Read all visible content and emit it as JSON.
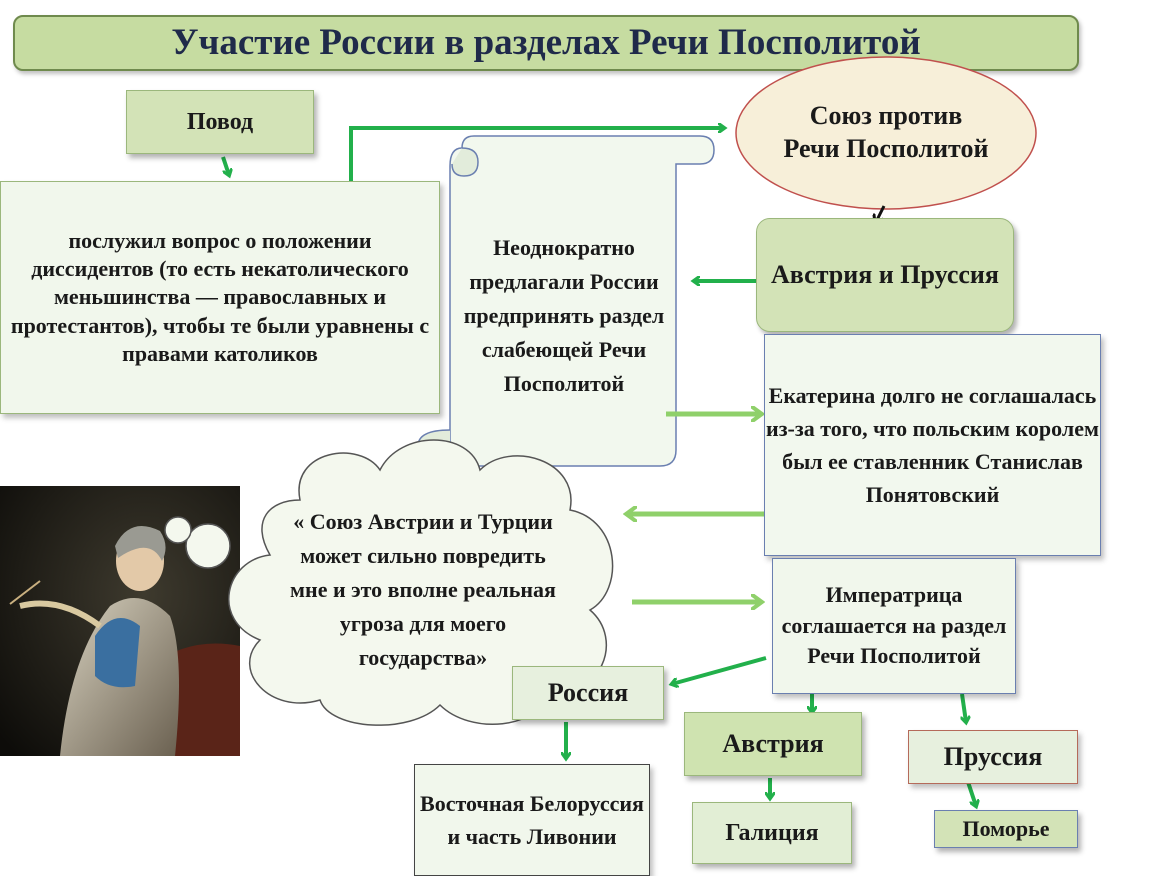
{
  "title": "Участие России в разделах Речи Посполитой",
  "nodes": {
    "povod": "Повод",
    "povod_text": "послужил вопрос о положении диссидентов (то есть некатолического меньшинства — православных и протестантов), чтобы те были уравнены с правами католиков",
    "scroll_text": "Неоднократно предлагали России предпринять раздел слабеющей Речи Посполитой",
    "union": "Союз против Речи Посполитой",
    "austria_prussia": "Австрия и Пруссия",
    "catherine_text": "Екатерина долго не соглашалась из-за того, что польским королем был ее ставленник Станислав Понятовский",
    "cloud_text": "« Союз Австрии и Турции может сильно повредить мне и это вполне реальная угроза для моего государства»",
    "empress_agrees": "Императрица соглашается на раздел Речи Посполитой",
    "russia": "Россия",
    "russia_share": "Восточная Белоруссия и часть Ливонии",
    "austria": "Австрия",
    "austria_share": "Галиция",
    "prussia": "Пруссия",
    "prussia_share": "Поморье"
  },
  "colors": {
    "title_fill": "#c6dca1",
    "box_fill": "#d3e3b7",
    "arrow_dark": "#22b04b",
    "arrow_light": "#8fd06a",
    "ellipse_fill": "#f7efd9",
    "ellipse_border": "#c0504d"
  }
}
